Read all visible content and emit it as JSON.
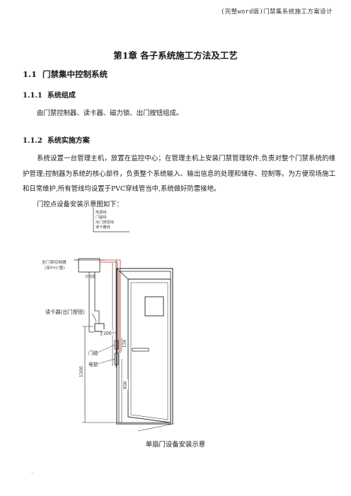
{
  "header": {
    "title": "(完整word版)门禁集系统施工方案设计"
  },
  "chapter": {
    "title": "第1章  各子系统施工方法及工艺"
  },
  "section": {
    "number": "1.1",
    "title": "门禁集中控制系统"
  },
  "subsections": [
    {
      "number": "1.1.1",
      "title": "系统组成",
      "paragraph": "由门禁控制器、读卡器、磁力锁、出门按钮组成。"
    },
    {
      "number": "1.1.2",
      "title": "系统实施方案",
      "paragraph": "系统设置一台管理主机，放置在监控中心；在管理主机上安装门禁管理软件,负责对整个门禁系统的维护管理;控制器为系统的核心部件，负责整个系统输入、输出信息的处理和储存、控制等。为方便现场施工和日常维护,所有管线均设置于PVC穿线管当中,系统做好防雷接地。",
      "lead_in": "门控点设备安装示意图如下："
    }
  ],
  "diagram": {
    "cable_labels": [
      "电源线",
      "门磁线",
      "出门按钮线",
      "读卡器线"
    ],
    "controller_label": [
      "至门禁控制器",
      "(穿PVC管)"
    ],
    "junction_label": "分线盒",
    "reader_label": "读卡器(出门按钮)",
    "door_sensor_label": "门磁",
    "lock_label": "电锁",
    "dims": {
      "reader_offset": "200",
      "sensor_offset": "150",
      "reader_height": "1500",
      "lock_height": "950"
    },
    "caption": "单扇门设备安装示意"
  },
  "footer": {
    "mark": ".."
  }
}
